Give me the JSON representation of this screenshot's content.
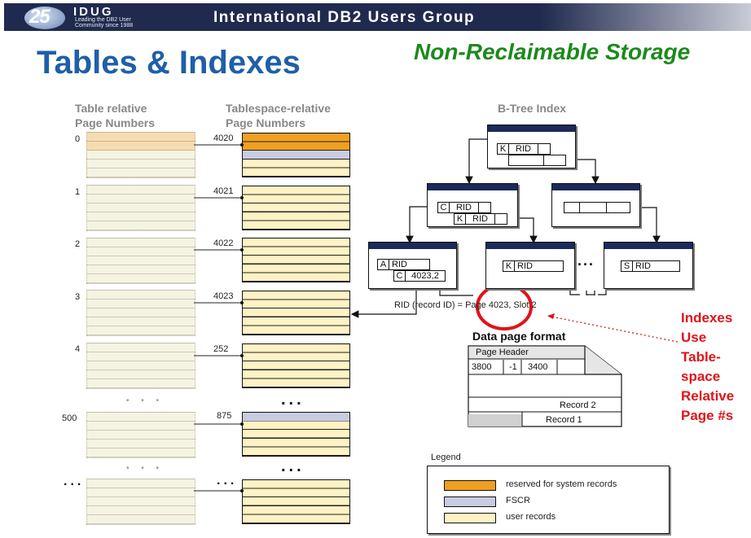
{
  "banner": {
    "logo_number": "25",
    "logo_name": "IDUG",
    "logo_tagline_1": "Leading the DB2 User",
    "logo_tagline_2": "Community since 1988",
    "title": "International DB2 Users Group"
  },
  "slide": {
    "title": "Tables & Indexes",
    "subtitle": "Non-Reclaimable Storage"
  },
  "table_header": {
    "line1": "Table relative",
    "line2": "Page Numbers"
  },
  "tablespace_header": {
    "line1": "Tablespace-relative",
    "line2": "Page Numbers"
  },
  "table_page_labels": [
    "0",
    "1",
    "2",
    "3",
    "4",
    "500",
    "..."
  ],
  "tablespace_page_labels": [
    "4020",
    "4021",
    "4022",
    "4023",
    "252",
    "875",
    "..."
  ],
  "gap_ellipsis": "• • •",
  "index": {
    "header": "B-Tree Index",
    "root": {
      "k": "K",
      "rid": "RID"
    },
    "mid_left": {
      "c": "C",
      "rid1": "RID",
      "k": "K",
      "rid2": "RID"
    },
    "leaf_1": {
      "a": "A",
      "rid1": "RID",
      "c": "C",
      "val": "4023,2"
    },
    "leaf_2": {
      "k": "K",
      "rid": "RID"
    },
    "leaf_3": {
      "s": "S",
      "rid": "RID"
    },
    "ellipsis": "..."
  },
  "rid_label": "RID (record ID) = Page 4023, Slot 2",
  "data_page": {
    "heading": "Data page format",
    "header": "Page Header",
    "slots": [
      "3800",
      "-1",
      "3400"
    ],
    "record2": "Record 2",
    "record1": "Record 1"
  },
  "callout": [
    "Indexes",
    "Use",
    "Table-",
    "space",
    "Relative",
    "Page #s"
  ],
  "legend": {
    "title": "Legend",
    "items": [
      {
        "label": "reserved for system records",
        "color": "#f0a020"
      },
      {
        "label": "FSCR",
        "color": "#c8cce0"
      },
      {
        "label": "user records",
        "color": "#fff2c4"
      }
    ]
  }
}
